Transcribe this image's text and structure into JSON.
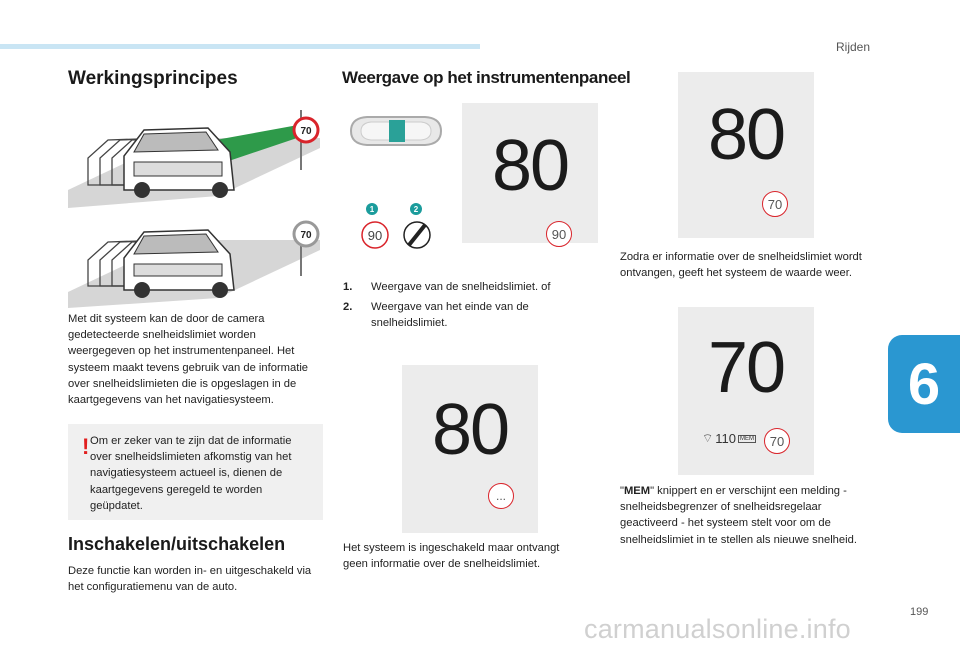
{
  "header": {
    "section": "Rijden",
    "chapter": "6",
    "page_number": "199",
    "watermark": "carmanualsonline.info"
  },
  "left": {
    "heading": "Werkingsprincipes",
    "sign_value": "70",
    "body": "Met dit systeem kan de door de camera gedetecteerde snelheidslimiet worden weergegeven op het instrumentenpaneel. Het systeem maakt tevens gebruik van de informatie over snelheidslimieten die is opgeslagen in de kaartgegevens van het navigatiesysteem.",
    "warning": {
      "mark": "!",
      "text": "Om er zeker van te zijn dat de informatie over snelheidslimieten afkomstig van het navigatiesysteem actueel is, dienen de kaartgegevens geregeld te worden geüpdatet."
    },
    "heading2": "Inschakelen/uitschakelen",
    "body2": "Deze functie kan worden in- en uitgeschakeld via het configuratiemenu van de auto."
  },
  "middle": {
    "heading": "Weergave op het instrumentenpaneel",
    "callouts": [
      "1",
      "2"
    ],
    "icon_limit_value": "90",
    "display_main": {
      "speed": "80",
      "limit": "90"
    },
    "list": [
      {
        "num": "1.",
        "text": "Weergave van de snelheidslimiet. of"
      },
      {
        "num": "2.",
        "text": "Weergave van het einde van de snelheidslimiet."
      }
    ],
    "display_waiting": {
      "speed": "80",
      "limit": "..."
    },
    "caption": "Het systeem is ingeschakeld maar ontvangt geen informatie over de snelheidslimiet."
  },
  "right": {
    "display_info": {
      "speed": "80",
      "limit": "70"
    },
    "caption1": "Zodra er informatie over de snelheidslimiet wordt ontvangen, geeft het systeem de waarde weer.",
    "display_mem": {
      "speed": "70",
      "mem_value": "110",
      "limit": "70"
    },
    "mem_label": "MEM",
    "caption2_rest": " knippert en er verschijnt een melding - snelheidsbegrenzer of snelheidsregelaar geactiveerd - het systeem stelt voor om de snelheidslimiet in te stellen als nieuwe snelheid."
  },
  "colors": {
    "accent_blue": "#2a97d1",
    "teal_callout": "#1b9c9c",
    "sign_red": "#d9242b",
    "warning_red": "#e11e1e",
    "panel_grey": "#ececec"
  }
}
